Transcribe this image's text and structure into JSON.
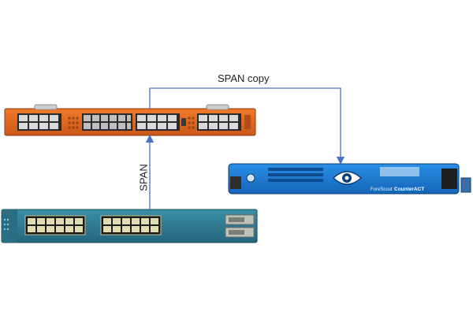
{
  "diagram": {
    "labels": {
      "span_copy": "SPAN copy",
      "span": "SPAN"
    },
    "devices": {
      "packet_broker": {
        "color": "#e26a1f"
      },
      "access_switch": {
        "color": "#2e7d95"
      },
      "appliance": {
        "color": "#1d7fd6",
        "brand_text": "ForeScout",
        "product_text": "CounterACT"
      }
    },
    "arrow_color": "#4a72c4"
  }
}
